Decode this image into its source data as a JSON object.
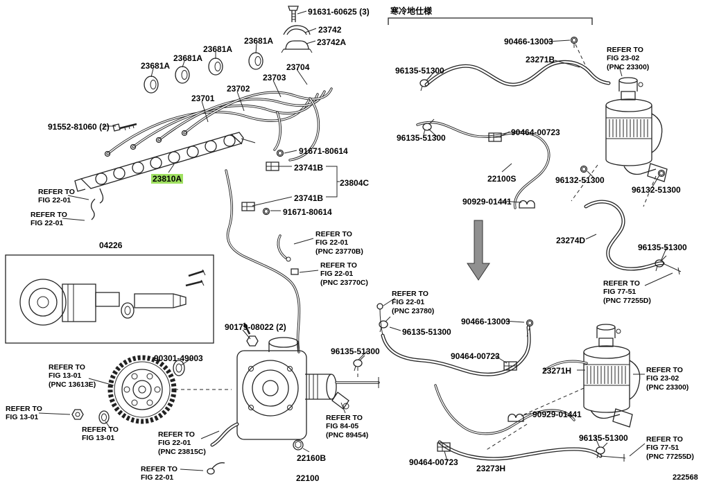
{
  "colors": {
    "highlight": "#9fe060",
    "line": "#222222",
    "background": "#ffffff"
  },
  "section": {
    "cold_climate_label": "寒冷地仕様"
  },
  "footer": {
    "diagram_number": "222568"
  },
  "labels": [
    {
      "text": "91631-60625 (3)"
    },
    {
      "text": "23742"
    },
    {
      "text": "23742A"
    },
    {
      "text": "23681A"
    },
    {
      "text": "23681A"
    },
    {
      "text": "23681A"
    },
    {
      "text": "23681A"
    },
    {
      "text": "23704"
    },
    {
      "text": "23703"
    },
    {
      "text": "23702"
    },
    {
      "text": "23701"
    },
    {
      "text": "91552-81060 (2)"
    },
    {
      "text": "91671-80614"
    },
    {
      "text": "23741B"
    },
    {
      "text": "23804C"
    },
    {
      "text": "23741B"
    },
    {
      "text": "91671-80614"
    },
    {
      "text": "23810A",
      "highlighted": true
    },
    {
      "text": "REFER TO\nFIG 22-01"
    },
    {
      "text": "REFER TO\nFIG 22-01"
    },
    {
      "text": "04226"
    },
    {
      "text": "REFER TO\nFIG 22-01\n(PNC 23770B)"
    },
    {
      "text": "REFER TO\nFIG 22-01\n(PNC 23770C)"
    },
    {
      "text": "90179-08022 (2)"
    },
    {
      "text": "90301-49003"
    },
    {
      "text": "REFER TO\nFIG 13-01\n(PNC 13613E)"
    },
    {
      "text": "REFER TO\nFIG 13-01"
    },
    {
      "text": "REFER TO\nFIG 13-01"
    },
    {
      "text": "96135-51300"
    },
    {
      "text": "REFER TO\nFIG 84-05\n(PNC 89454)"
    },
    {
      "text": "REFER TO\nFIG 22-01\n(PNC 23815C)"
    },
    {
      "text": "22160B"
    },
    {
      "text": "REFER TO\nFIG 22-01"
    },
    {
      "text": "22100"
    },
    {
      "text": "90466-13003"
    },
    {
      "text": "23271B"
    },
    {
      "text": "REFER TO\nFIG 23-02\n(PNC 23300)"
    },
    {
      "text": "96135-51300"
    },
    {
      "text": "96135-51300"
    },
    {
      "text": "90464-00723"
    },
    {
      "text": "22100S"
    },
    {
      "text": "96132-51300"
    },
    {
      "text": "96132-51300"
    },
    {
      "text": "90929-01441"
    },
    {
      "text": "23274D"
    },
    {
      "text": "96135-51300"
    },
    {
      "text": "REFER TO\nFIG 77-51\n(PNC 77255D)"
    },
    {
      "text": "REFER TO\nFIG 22-01\n(PNC 23780)"
    },
    {
      "text": "96135-51300"
    },
    {
      "text": "90466-13003"
    },
    {
      "text": "90464-00723"
    },
    {
      "text": "23271H"
    },
    {
      "text": "REFER TO\nFIG 23-02\n(PNC 23300)"
    },
    {
      "text": "90929-01441"
    },
    {
      "text": "96135-51300"
    },
    {
      "text": "REFER TO\nFIG 77-51\n(PNC 77255D)"
    },
    {
      "text": "90464-00723"
    },
    {
      "text": "23273H"
    }
  ]
}
